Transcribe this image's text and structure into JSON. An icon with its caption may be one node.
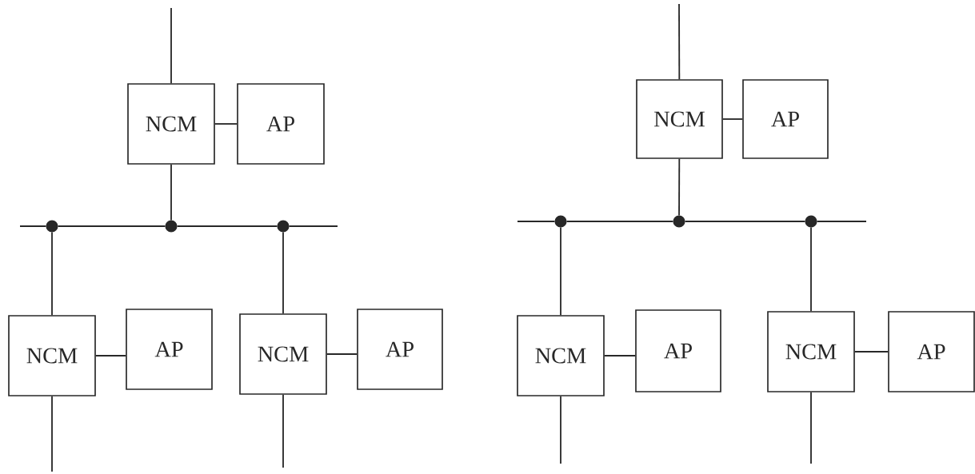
{
  "diagram": {
    "nodes": [
      {
        "text": [
          "NCM"
        ]
      },
      {
        "text": [
          "AP"
        ]
      },
      {
        "text": [],
        "shape": "circle"
      },
      {
        "text": [],
        "shape": "circle"
      },
      {
        "text": [],
        "shape": "circle"
      },
      {
        "text": [
          "NCM"
        ]
      },
      {
        "text": [
          "AP"
        ]
      },
      {
        "text": [
          "NCM"
        ]
      },
      {
        "text": [
          "AP"
        ]
      },
      {
        "text": [
          "NCM"
        ]
      },
      {
        "text": [
          "AP"
        ]
      },
      {
        "text": [],
        "shape": "circle"
      },
      {
        "text": [],
        "shape": "circle"
      },
      {
        "text": [],
        "shape": "circle"
      },
      {
        "text": [
          "NCM"
        ]
      },
      {
        "text": [
          "AP"
        ]
      },
      {
        "text": [
          "NCM"
        ]
      },
      {
        "text": [
          "AP"
        ]
      }
    ],
    "edges": [
      {
        "from": null,
        "to": 0,
        "arrow": "none"
      },
      {
        "from": 0,
        "to": 1,
        "arrow": "none"
      },
      {
        "from": 0,
        "to": 3,
        "arrow": "none"
      },
      {
        "from": 5,
        "to": 2,
        "arrow": "none"
      },
      {
        "from": 5,
        "to": 6,
        "arrow": "none"
      },
      {
        "from": 7,
        "to": 4,
        "arrow": "none"
      },
      {
        "from": 7,
        "to": 8,
        "arrow": "none"
      },
      {
        "from": 5,
        "to": null,
        "arrow": "none"
      },
      {
        "from": 7,
        "to": null,
        "arrow": "none"
      },
      {
        "from": null,
        "to": 2,
        "arrow": "none"
      },
      {
        "from": 2,
        "to": 3,
        "arrow": "none"
      },
      {
        "from": 3,
        "to": 4,
        "arrow": "none"
      },
      {
        "from": 4,
        "to": null,
        "arrow": "none"
      },
      {
        "from": null,
        "to": 9,
        "arrow": "none"
      },
      {
        "from": 9,
        "to": 10,
        "arrow": "none"
      },
      {
        "from": 9,
        "to": 12,
        "arrow": "none"
      },
      {
        "from": 14,
        "to": 11,
        "arrow": "none"
      },
      {
        "from": 14,
        "to": 15,
        "arrow": "none"
      },
      {
        "from": 16,
        "to": 13,
        "arrow": "none"
      },
      {
        "from": 16,
        "to": 17,
        "arrow": "none"
      },
      {
        "from": 14,
        "to": null,
        "arrow": "none"
      },
      {
        "from": 16,
        "to": null,
        "arrow": "none"
      },
      {
        "from": null,
        "to": 11,
        "arrow": "none"
      },
      {
        "from": 11,
        "to": 12,
        "arrow": "none"
      },
      {
        "from": 12,
        "to": 13,
        "arrow": "none"
      },
      {
        "from": 13,
        "to": null,
        "arrow": "none"
      }
    ]
  }
}
